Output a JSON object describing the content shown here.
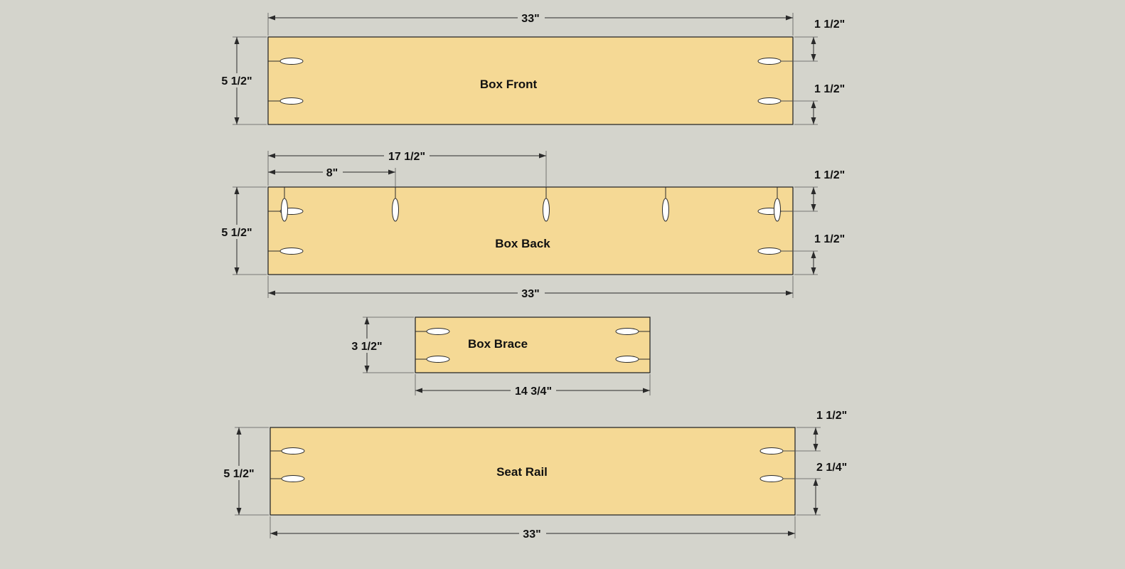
{
  "parts": {
    "box_front": {
      "name": "Box Front",
      "length": "33\"",
      "width": "5 1/2\"",
      "top_hole_offset": "1 1/2\"",
      "bottom_hole_offset": "1 1/2\""
    },
    "box_back": {
      "name": "Box Back",
      "length": "33\"",
      "width": "5 1/2\"",
      "top_hole_offset": "1 1/2\"",
      "bottom_hole_offset": "1 1/2\"",
      "slot_spacing_first": "8\"",
      "slot_spacing_center": "17 1/2\""
    },
    "box_brace": {
      "name": "Box Brace",
      "length": "14 3/4\"",
      "width": "3 1/2\""
    },
    "seat_rail": {
      "name": "Seat Rail",
      "length": "33\"",
      "width": "5 1/2\"",
      "top_hole_offset": "1 1/2\"",
      "bottom_hole_offset": "2 1/4\""
    }
  },
  "colors": {
    "background": "#d4d4cc",
    "board": "#f5d995",
    "line": "#2a2a2a"
  }
}
